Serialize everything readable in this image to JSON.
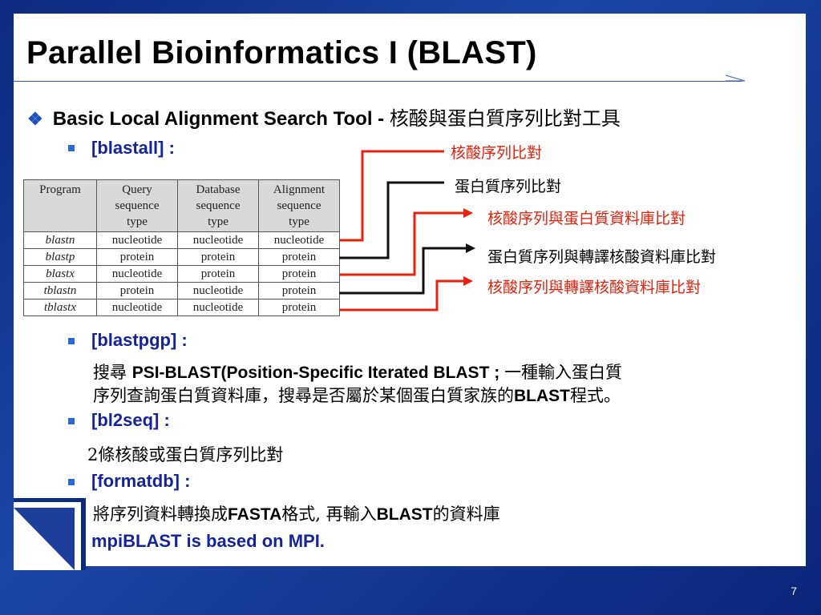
{
  "slide": {
    "title": "Parallel Bioinformatics I (BLAST)",
    "page_number": "7"
  },
  "bullet_main": {
    "text_en": "Basic Local Alignment Search Tool - ",
    "text_zh": "核酸與蛋白質序列比對工具"
  },
  "blastall": {
    "label": "[blastall] :",
    "table": {
      "headers": [
        "Program",
        "Query sequence type",
        "Database sequence type",
        "Alignment sequence type"
      ],
      "header_lines": [
        [
          "Program"
        ],
        [
          "Query",
          "sequence",
          "type"
        ],
        [
          "Database",
          "sequence",
          "type"
        ],
        [
          "Alignment",
          "sequence",
          "type"
        ]
      ],
      "rows": [
        [
          "blastn",
          "nucleotide",
          "nucleotide",
          "nucleotide"
        ],
        [
          "blastp",
          "protein",
          "protein",
          "protein"
        ],
        [
          "blastx",
          "nucleotide",
          "protein",
          "protein"
        ],
        [
          "tblastn",
          "protein",
          "nucleotide",
          "protein"
        ],
        [
          "tblastx",
          "nucleotide",
          "nucleotide",
          "protein"
        ]
      ]
    },
    "annotations": [
      {
        "text": "核酸序列比對",
        "color": "red"
      },
      {
        "text": "蛋白質序列比對",
        "color": "black"
      },
      {
        "text": "核酸序列與蛋白質資料庫比對",
        "color": "red"
      },
      {
        "text": "蛋白質序列與轉譯核酸資料庫比對",
        "color": "black"
      },
      {
        "text": "核酸序列與轉譯核酸資料庫比對",
        "color": "red"
      }
    ]
  },
  "blastpgp": {
    "label": "[blastpgp] :",
    "line1_zh_a": "搜尋 ",
    "line1_en": "PSI-BLAST(Position-Specific Iterated BLAST ; ",
    "line1_zh_b": "一種輸入蛋白質",
    "line2_zh_a": "序列查詢蛋白質資料庫，搜尋是否屬於某個蛋白質家族的",
    "line2_en": "BLAST",
    "line2_zh_b": "程式。"
  },
  "bl2seq": {
    "label": "[bl2seq] :",
    "line": "2條核酸或蛋白質序列比對"
  },
  "formatdb": {
    "label": "[formatdb] :",
    "line_zh_a": "將序列資料轉換成",
    "line_en_a": "FASTA",
    "line_zh_b": "格式, 再輸入",
    "line_en_b": "BLAST",
    "line_zh_c": "的資料庫"
  },
  "mpiblast": {
    "label": "mpiBLAST is based on MPI."
  },
  "colors": {
    "accent_blue": "#14249a",
    "annotation_red": "#e8200c",
    "background_blue": "#0c2a80"
  }
}
